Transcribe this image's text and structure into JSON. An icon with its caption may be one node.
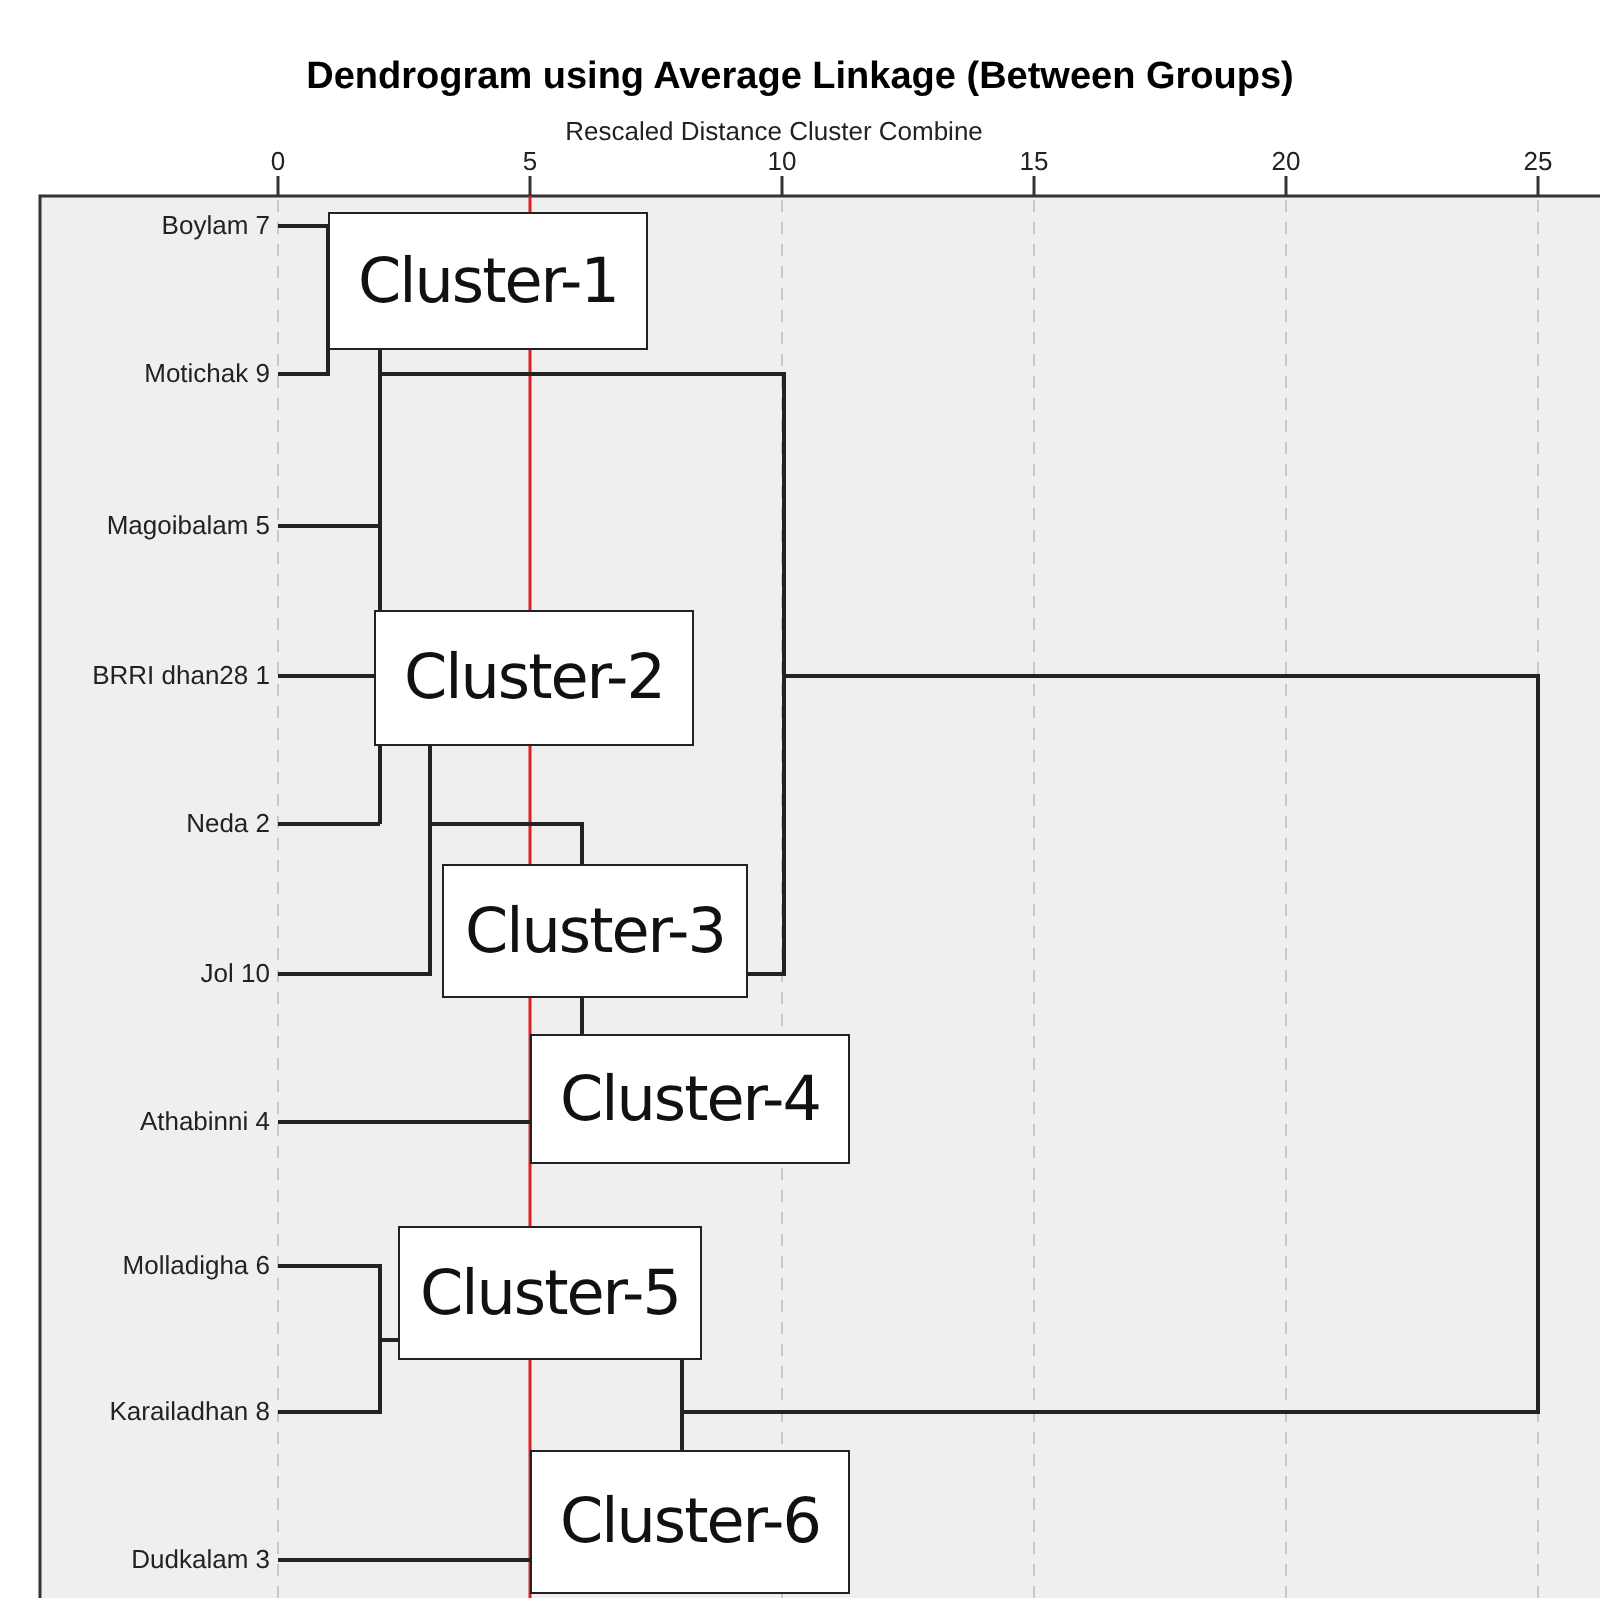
{
  "diagram": {
    "title": "Dendrogram using Average Linkage (Between Groups)",
    "nodes": [
      {
        "text": [
          "Cluster-1"
        ]
      },
      {
        "text": [
          "Cluster-2"
        ]
      },
      {
        "text": [
          "Cluster-3"
        ]
      },
      {
        "text": [
          "Cluster-4"
        ]
      },
      {
        "text": [
          "Cluster-5"
        ]
      },
      {
        "text": [
          "Cluster-6"
        ]
      }
    ],
    "labels": [
      "Rescaled Distance Cluster Combine",
      "0",
      "5",
      "10",
      "15",
      "20",
      "25",
      "Boylam 7",
      "Motichak 9",
      "Magoibalam 5",
      "BRRI dhan28 1",
      "Neda 2",
      "Jol 10",
      "Athabinni 4",
      "Molladigha 6",
      "Karailadhan 8",
      "Dudkalam 3"
    ]
  }
}
